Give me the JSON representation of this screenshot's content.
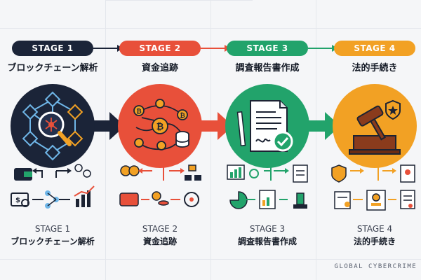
{
  "stages": [
    {
      "pill": "STAGE 1",
      "title": "ブロックチェーン解析",
      "footer_stage": "STAGE 1",
      "footer_title": "ブロックチェーン解析"
    },
    {
      "pill": "STAGE 2",
      "title": "資金追跡",
      "footer_stage": "STAGE 2",
      "footer_title": "資金追跡"
    },
    {
      "pill": "STAGE 3",
      "title": "調査報告書作成",
      "footer_stage": "STAGE 3",
      "footer_title": "調査報告書作成"
    },
    {
      "pill": "STAGE 4",
      "title": "法的手続き",
      "footer_stage": "STAGE 4",
      "footer_title": "法的手続き"
    }
  ],
  "footer": {
    "brand": "GLOBAL CYBERCRIME U"
  },
  "colors": {
    "stage1": "#1b2438",
    "stage2": "#e8503a",
    "stage3": "#22a36b",
    "stage4": "#f2a124",
    "bitcoin": "#f2a124",
    "dark": "#1c2333"
  }
}
